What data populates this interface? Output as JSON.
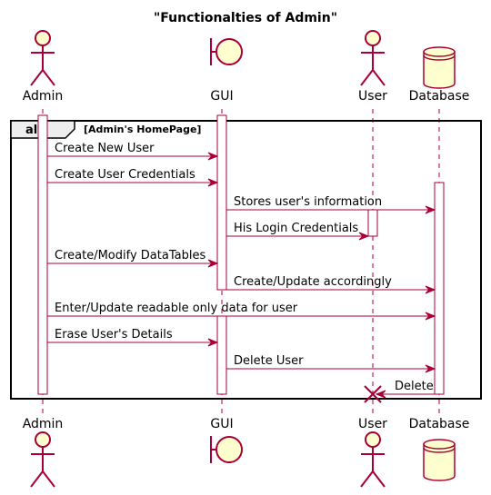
{
  "title": "\"Functionalties of Admin\"",
  "participants": [
    {
      "id": "admin",
      "name": "Admin",
      "kind": "actor"
    },
    {
      "id": "gui",
      "name": "GUI",
      "kind": "boundary"
    },
    {
      "id": "user",
      "name": "User",
      "kind": "actor"
    },
    {
      "id": "database",
      "name": "Database",
      "kind": "database"
    }
  ],
  "fragment": {
    "keyword": "alt",
    "guard": "[Admin's HomePage]"
  },
  "messages": [
    {
      "from": "admin",
      "to": "gui",
      "label": "Create New User"
    },
    {
      "from": "admin",
      "to": "gui",
      "label": "Create User Credentials"
    },
    {
      "from": "gui",
      "to": "database",
      "label": "Stores user's information"
    },
    {
      "from": "gui",
      "to": "user",
      "label": "His Login Credentials"
    },
    {
      "from": "admin",
      "to": "gui",
      "label": "Create/Modify DataTables"
    },
    {
      "from": "gui",
      "to": "database",
      "label": "Create/Update accordingly"
    },
    {
      "from": "admin",
      "to": "database",
      "label": "Enter/Update readable only data for user"
    },
    {
      "from": "admin",
      "to": "gui",
      "label": "Erase User's Details"
    },
    {
      "from": "gui",
      "to": "database",
      "label": "Delete User"
    },
    {
      "from": "database",
      "to": "user",
      "label": "Delete",
      "destroy": true
    }
  ],
  "colors": {
    "line": "#A80036",
    "fill": "#FEFECE",
    "text": "#000000"
  }
}
